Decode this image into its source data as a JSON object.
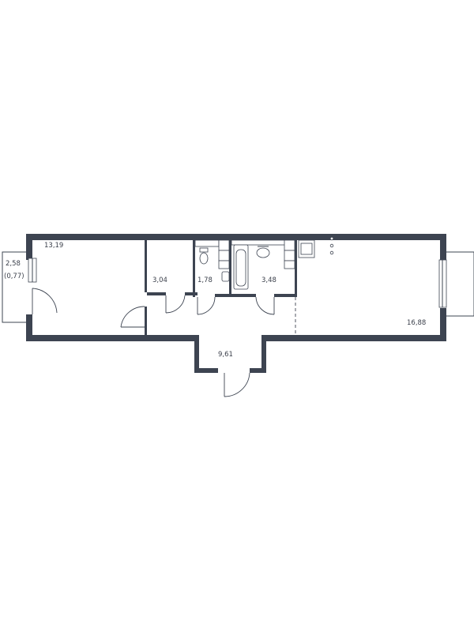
{
  "rooms": [
    {
      "id": "balcony",
      "area": "2,58",
      "area_reduced": "(0,77)"
    },
    {
      "id": "bedroom",
      "area": "13,19"
    },
    {
      "id": "storage",
      "area": "3,04"
    },
    {
      "id": "toilet",
      "area": "1,78"
    },
    {
      "id": "bathroom",
      "area": "3,48"
    },
    {
      "id": "hall",
      "area": "9,61"
    },
    {
      "id": "kitchen-living",
      "area": "16,88"
    }
  ],
  "colors": {
    "wall": "#3d4451",
    "text": "#3a3f4a",
    "background": "#ffffff"
  }
}
